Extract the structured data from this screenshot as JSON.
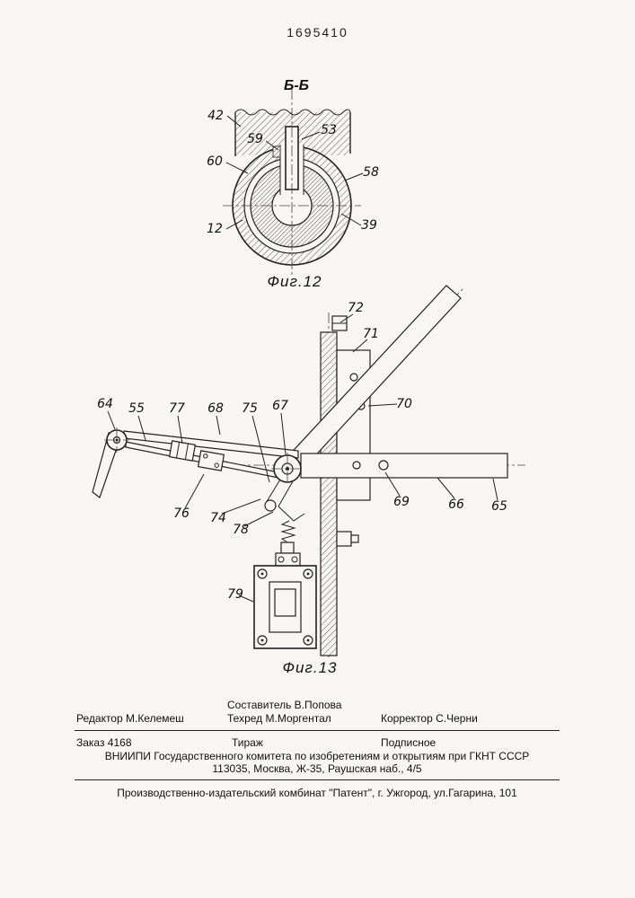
{
  "page": {
    "patent_number": "1695410"
  },
  "fig12": {
    "section_label": "Б-Б",
    "caption": "Фиг.12",
    "labels": {
      "l42": "42",
      "l59": "59",
      "l53": "53",
      "l60": "60",
      "l58": "58",
      "l12": "12",
      "l39": "39"
    }
  },
  "fig13": {
    "caption": "Фиг.13",
    "labels": {
      "l72": "72",
      "l71": "71",
      "l70": "70",
      "l64": "64",
      "l55": "55",
      "l77": "77",
      "l68": "68",
      "l75": "75",
      "l67": "67",
      "l69": "69",
      "l66": "66",
      "l65": "65",
      "l76": "76",
      "l74": "74",
      "l78": "78",
      "l79": "79"
    }
  },
  "footer": {
    "compiler": "Составитель  В.Попова",
    "editor": "Редактор  М.Келемеш",
    "techred": "Техред М.Моргентал",
    "corrector": "Корректор  С.Черни",
    "order": "Заказ 4168",
    "tirazh": "Тираж",
    "podpisnoe": "Подписное",
    "committee_line1": "ВНИИПИ Государственного комитета по изобретениям и открытиям при ГКНТ СССР",
    "committee_line2": "113035, Москва, Ж-35, Раушская наб., 4/5",
    "publisher": "Производственно-издательский комбинат \"Патент\", г. Ужгород, ул.Гагарина, 101"
  }
}
